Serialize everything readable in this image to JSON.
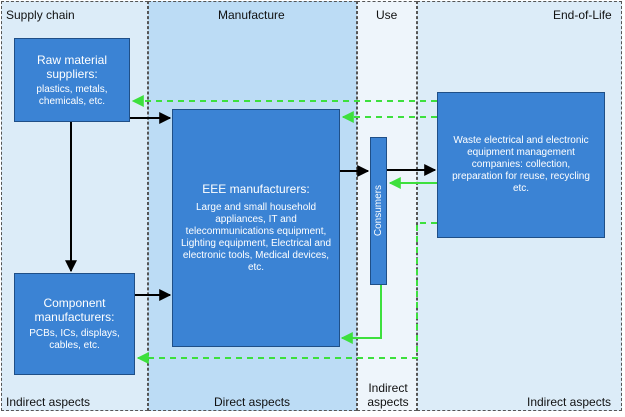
{
  "columns": {
    "supply": {
      "title": "Supply chain",
      "footer": "Indirect aspects"
    },
    "manufacture": {
      "title": "Manufacture",
      "footer": "Direct aspects"
    },
    "use": {
      "title": "Use",
      "footer": "Indirect aspects"
    },
    "eol": {
      "title": "End-of-Life",
      "footer": "Indirect aspects"
    }
  },
  "boxes": {
    "raw": {
      "title": "Raw material suppliers:",
      "detail": "plastics, metals, chemicals, etc."
    },
    "component": {
      "title": "Component manufacturers:",
      "detail": "PCBs, ICs, displays, cables, etc."
    },
    "eee": {
      "title": "EEE manufacturers:",
      "detail": "Large and small household appliances, IT and telecommunications equipment, Lighting equipment, Electrical and electronic tools, Medical devices, etc."
    },
    "consumers": {
      "title": "Consumers"
    },
    "waste": {
      "title": "Waste electrical and electronic equipment management companies: collection, preparation for reuse, recycling etc."
    }
  },
  "colors": {
    "box": "#3b83d4",
    "black_arrow": "#000000",
    "green_arrow": "#3de03d"
  }
}
